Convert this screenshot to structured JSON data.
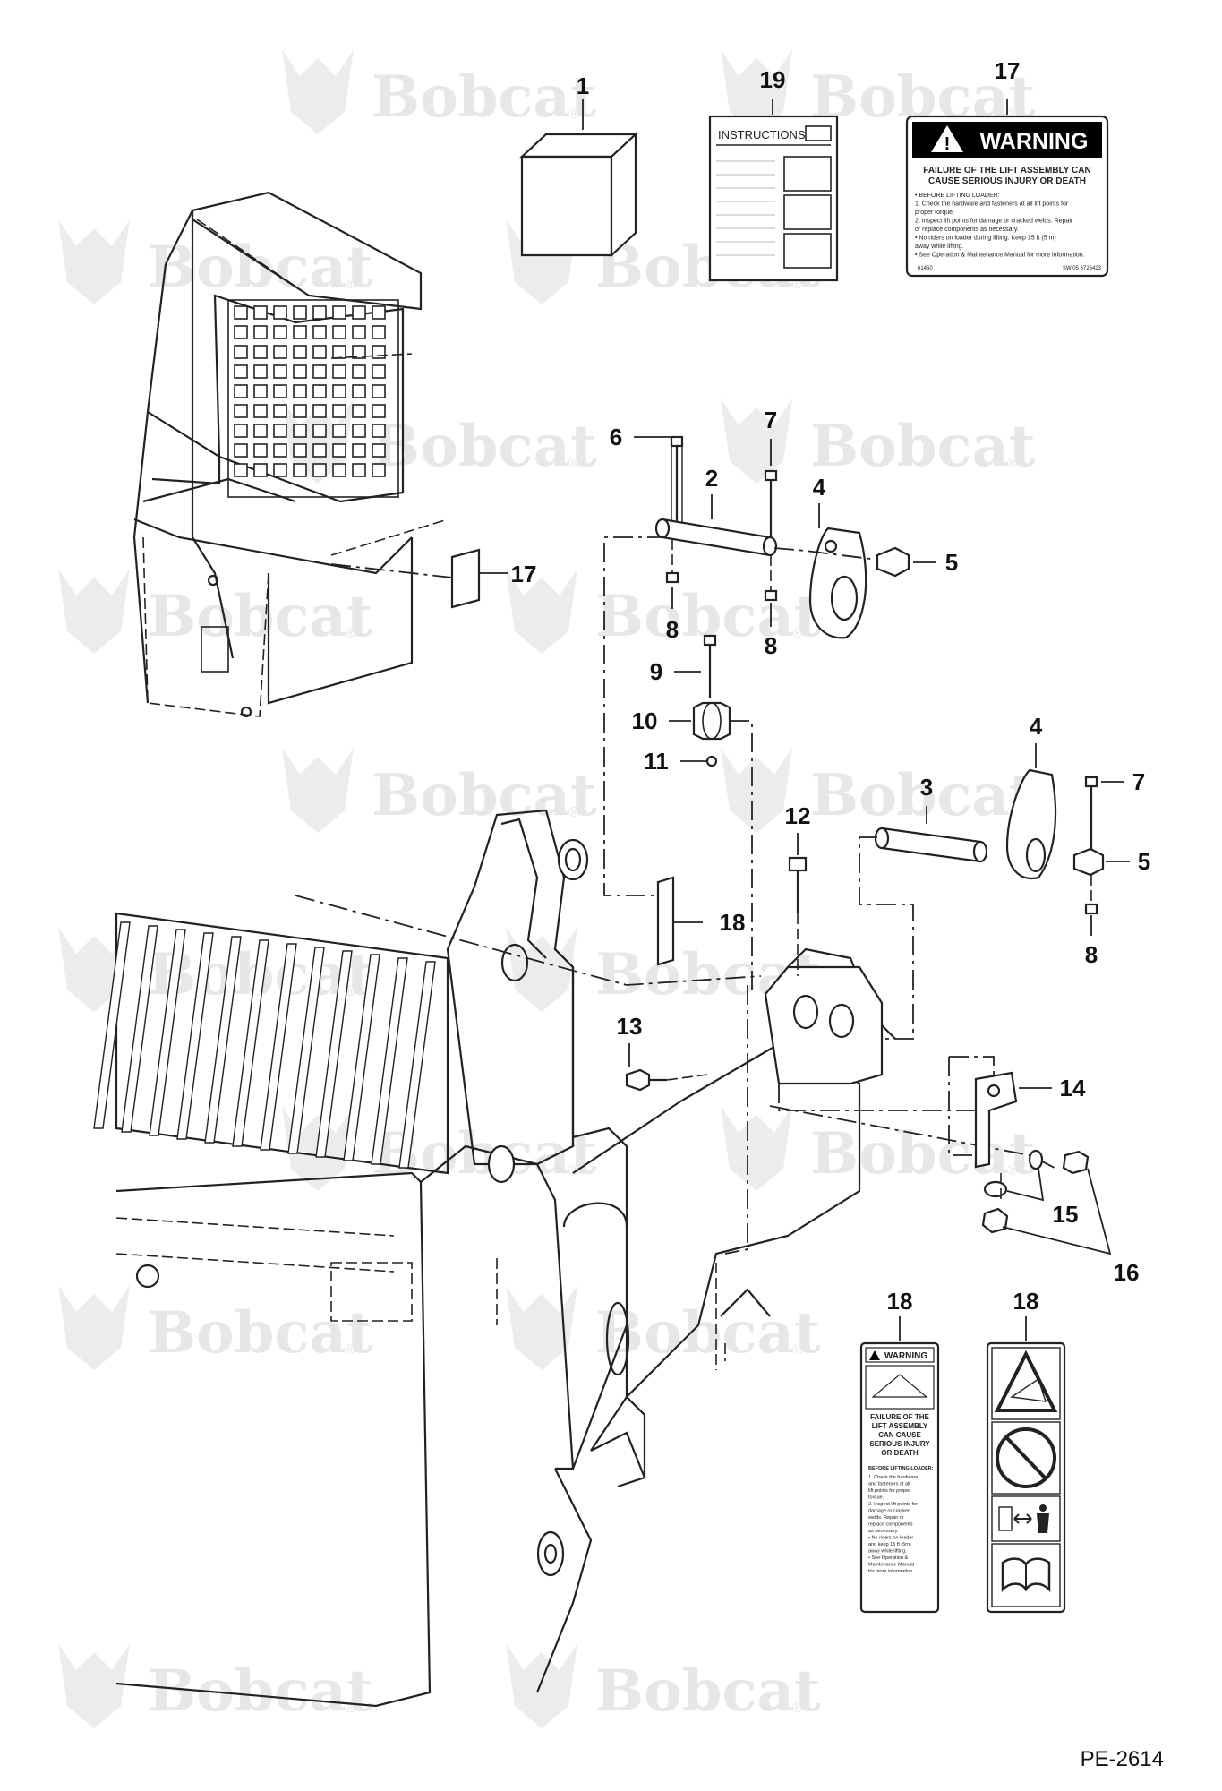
{
  "watermark": {
    "brand": "Bobcat",
    "reg": "®"
  },
  "document_code": "PE-2614",
  "callouts": [
    {
      "id": "c1",
      "text": "1"
    },
    {
      "id": "c19",
      "text": "19"
    },
    {
      "id": "c17a",
      "text": "17"
    },
    {
      "id": "c17b",
      "text": "17"
    },
    {
      "id": "c6",
      "text": "6"
    },
    {
      "id": "c7a",
      "text": "7"
    },
    {
      "id": "c2",
      "text": "2"
    },
    {
      "id": "c4a",
      "text": "4"
    },
    {
      "id": "c5a",
      "text": "5"
    },
    {
      "id": "c8a",
      "text": "8"
    },
    {
      "id": "c8b",
      "text": "8"
    },
    {
      "id": "c9",
      "text": "9"
    },
    {
      "id": "c10",
      "text": "10"
    },
    {
      "id": "c11",
      "text": "11"
    },
    {
      "id": "c3",
      "text": "3"
    },
    {
      "id": "c4b",
      "text": "4"
    },
    {
      "id": "c7b",
      "text": "7"
    },
    {
      "id": "c5b",
      "text": "5"
    },
    {
      "id": "c8c",
      "text": "8"
    },
    {
      "id": "c12",
      "text": "12"
    },
    {
      "id": "c18a",
      "text": "18"
    },
    {
      "id": "c13",
      "text": "13"
    },
    {
      "id": "c14",
      "text": "14"
    },
    {
      "id": "c15",
      "text": "15"
    },
    {
      "id": "c16",
      "text": "16"
    },
    {
      "id": "c18b",
      "text": "18"
    },
    {
      "id": "c18c",
      "text": "18"
    }
  ],
  "instructions_label": {
    "title": "INSTRUCTIONS"
  },
  "warning_decal": {
    "header": "WARNING",
    "headline_1": "FAILURE OF THE LIFT ASSEMBLY CAN",
    "headline_2": "CAUSE SERIOUS INJURY OR DEATH",
    "lines": [
      "• BEFORE LIFTING LOADER:",
      "1. Check the hardware and fasteners at all lift points for",
      "proper torque.",
      "2. Inspect lift points for damage or cracked welds. Repair",
      "or replace components as necessary.",
      "• No riders on loader during lifting. Keep 15 ft (5 m)",
      "away while lifting.",
      "• See Operation & Maintenance Manual for more information."
    ],
    "part_no": "61450",
    "code": "SW 05  6726423"
  },
  "vertical_decal": {
    "header": "WARNING",
    "headline": [
      "FAILURE OF THE",
      "LIFT ASSEMBLY",
      "CAN CAUSE",
      "SERIOUS INJURY",
      "OR DEATH"
    ],
    "before": "BEFORE LIFTING LOADER:",
    "steps": [
      "1. Check the hardware",
      "and fasteners at all",
      "lift points for proper",
      "torque.",
      "2. Inspect lift points for",
      "damage or cracked",
      "welds. Repair or",
      "replace components",
      "as necessary.",
      "• No riders on loader",
      "and keep 15 ft (5m)",
      "away while lifting.",
      "• See Operation &",
      "Maintenance Manual",
      "for more information."
    ]
  }
}
